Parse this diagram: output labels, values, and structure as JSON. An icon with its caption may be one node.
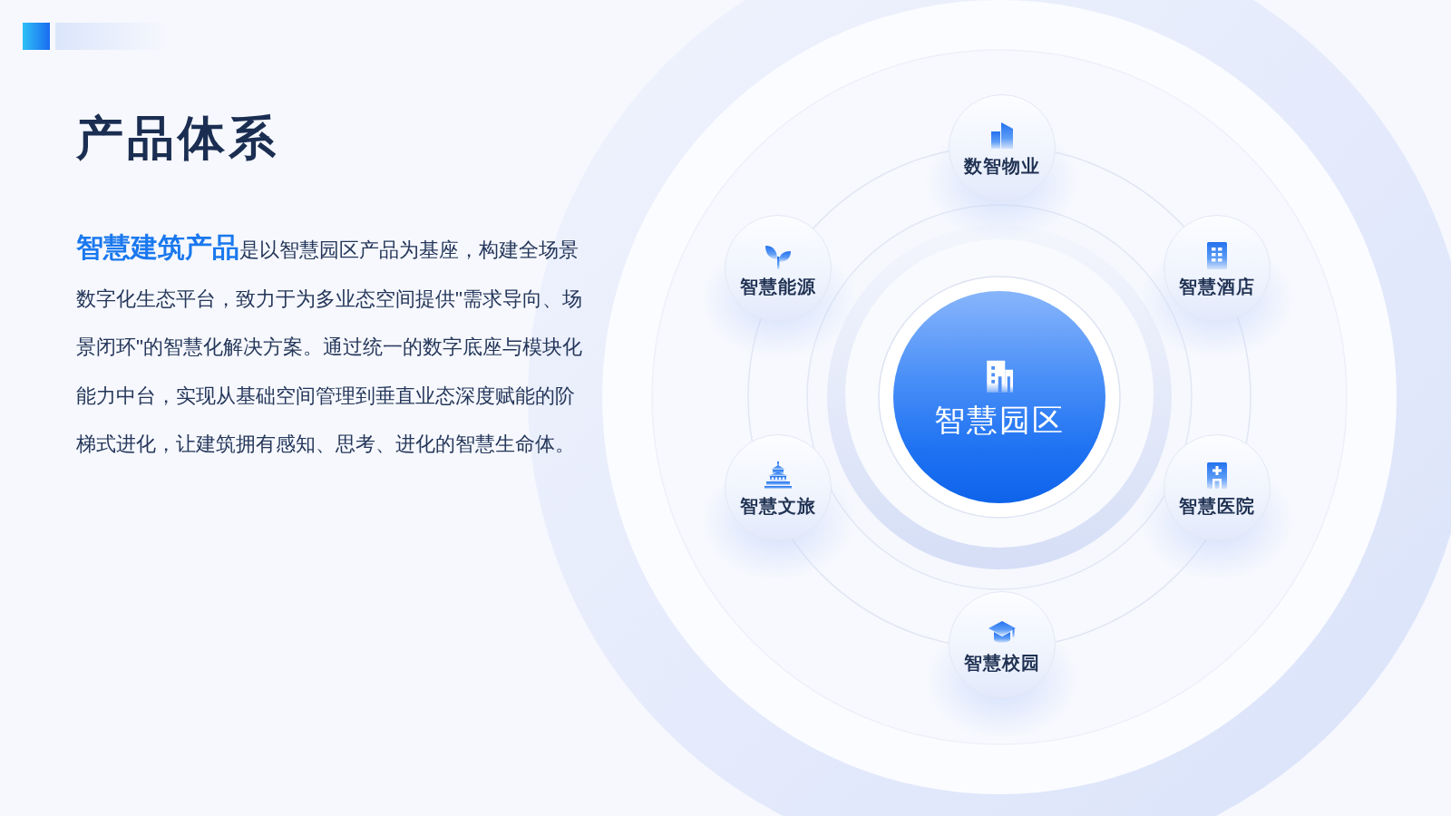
{
  "diagram": {
    "title": "产品体系",
    "nodes": [
      {
        "text": [
          "数智物业"
        ]
      },
      {
        "text": [
          "智慧能源"
        ]
      },
      {
        "text": [
          "智慧酒店"
        ]
      },
      {
        "text": [
          "智慧园区"
        ]
      },
      {
        "text": [
          "智慧文旅"
        ]
      },
      {
        "text": [
          "智慧医院"
        ]
      },
      {
        "text": [
          "智慧校园"
        ]
      }
    ],
    "labels": [
      "**智慧建筑产品**是以智慧园区产品为基座，构建全场景数字化生态平台，致力于为多业态空间提供\"需求导向、场景闭环\"的智慧化解决方案。通过统一的数字底座与模块化能力中台，实现从基础空间管理到垂直业态深度赋能的阶梯式进化，让建筑拥有感知、思考、进化的智慧生命体。"
    ]
  }
}
